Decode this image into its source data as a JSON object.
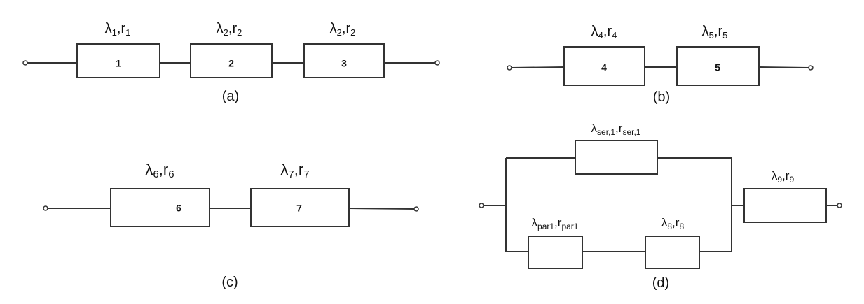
{
  "panels": {
    "a": {
      "caption": "(a)",
      "blocks": [
        {
          "id": "1",
          "sym": "λ",
          "a": "1",
          "sep": ",",
          "r": "r",
          "b": "1"
        },
        {
          "id": "2",
          "sym": "λ",
          "a": "2",
          "sep": ",",
          "r": "r",
          "b": "2"
        },
        {
          "id": "3",
          "sym": "λ",
          "a": "2",
          "sep": ",",
          "r": "r",
          "b": "2"
        }
      ]
    },
    "b": {
      "caption": "(b)",
      "blocks": [
        {
          "id": "4",
          "sym": "λ",
          "a": "4",
          "sep": ",",
          "r": "r",
          "b": "4"
        },
        {
          "id": "5",
          "sym": "λ",
          "a": "5",
          "sep": ",",
          "r": "r",
          "b": "5"
        }
      ]
    },
    "c": {
      "caption": "(c)",
      "blocks": [
        {
          "id": "6",
          "sym": "λ",
          "a": "6",
          "sep": ",",
          "r": "r",
          "b": "6"
        },
        {
          "id": "7",
          "sym": "λ",
          "a": "7",
          "sep": ",",
          "r": "r",
          "b": "7"
        }
      ]
    },
    "d": {
      "caption": "(d)",
      "ser": {
        "sym": "λ",
        "a": "ser,1",
        "sep": ",",
        "r": "r",
        "b": "ser,1"
      },
      "par": {
        "sym": "λ",
        "a": "par1",
        "sep": ",",
        "r": "r",
        "b": "par1"
      },
      "b8": {
        "sym": "λ",
        "a": "8",
        "sep": ",",
        "r": "r",
        "b": "8"
      },
      "b9": {
        "sym": "λ",
        "a": "9",
        "sep": ",",
        "r": "r",
        "b": "9"
      }
    }
  }
}
